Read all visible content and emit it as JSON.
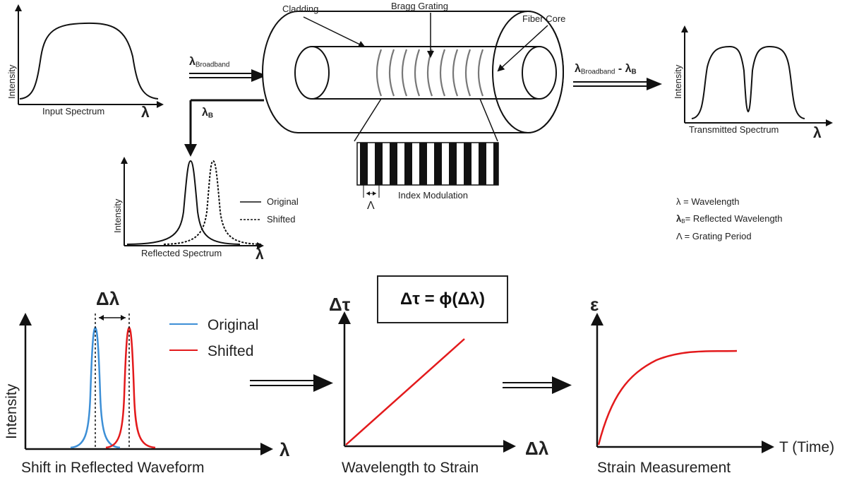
{
  "fiber": {
    "cladding": "Cladding",
    "bragg_grating": "Bragg Grating",
    "fiber_core": "Fiber Core",
    "index_modulation": "Index Modulation",
    "grating_period_symbol": "Λ"
  },
  "input": {
    "axis_y": "Intensity",
    "axis_x": "Input Spectrum",
    "lambda": "λ",
    "arrow_label": "λ",
    "arrow_sub": "Broadband"
  },
  "transmitted": {
    "axis_y": "Intensity",
    "axis_x": "Transmitted Spectrum",
    "lambda": "λ",
    "arrow_label": "λ",
    "arrow_sub": "Broadband",
    "arrow_minus": " - ",
    "arrow_label2": "λ",
    "arrow_sub2": "B"
  },
  "reflected_small": {
    "arrow_label": "λ",
    "arrow_sub": "B",
    "axis_y": "Intensity",
    "axis_x": "Reflected Spectrum",
    "lambda": "λ",
    "legend_original": "Original",
    "legend_shifted": "Shifted"
  },
  "definitions": {
    "d1": "λ = Wavelength",
    "d2_symbol": "λ",
    "d2_sub": "B",
    "d2_text": "= Reflected Wavelength",
    "d3": "Λ  = Grating Period"
  },
  "shift_plot": {
    "delta_lambda": "Δλ",
    "legend_original": "Original",
    "legend_shifted": "Shifted",
    "axis_y": "Intensity",
    "axis_x_symbol": "λ",
    "caption": "Shift in Reflected Waveform",
    "colors": {
      "original": "#3d8fd6",
      "shifted": "#e31a1c"
    }
  },
  "strain_plot": {
    "axis_y": "Δτ",
    "axis_x": "Δλ",
    "caption": "Wavelength to Strain",
    "formula": "Δτ = ϕ(Δλ)"
  },
  "measurement_plot": {
    "axis_y": "ε",
    "axis_x": "T (Time)",
    "caption": "Strain Measurement"
  }
}
